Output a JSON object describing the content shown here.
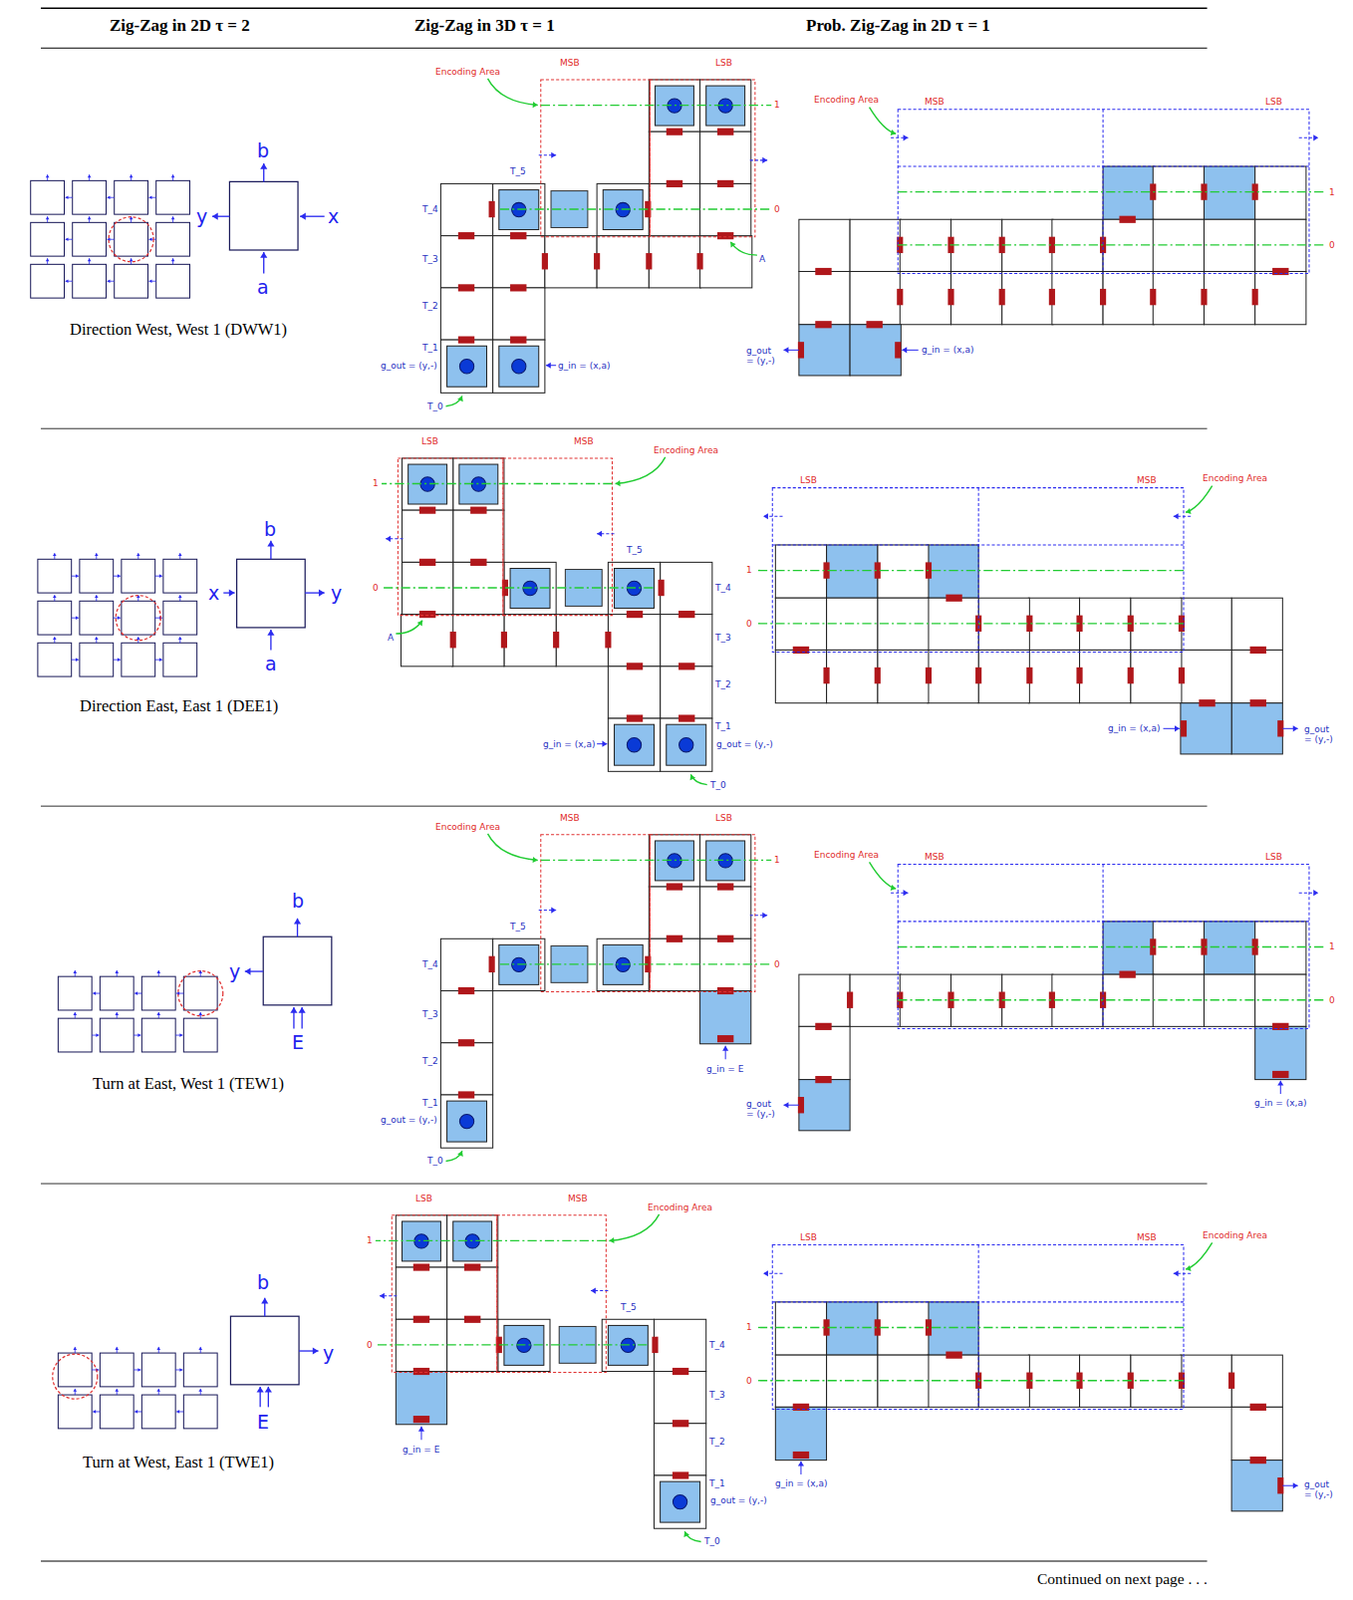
{
  "diagram": {
    "labels": [
      "Zig-Zag in 2D τ = 2",
      "Zig-Zag in 3D τ = 1",
      "Prob. Zig-Zag in 2D τ = 1",
      "b",
      "y",
      "x",
      "a",
      "Direction West, West 1 (DWW1)",
      "Encoding Area",
      "MSB",
      "LSB",
      "T_5",
      "T_4",
      "T_3",
      "T_2",
      "T_1",
      "T_0",
      "g_out = (y,-)",
      "g_in = (x,a)",
      "1",
      "0",
      "A",
      "Encoding Area",
      "MSB",
      "LSB",
      "1",
      "0",
      "g_out = (y,-)",
      "g_in = (x,a)",
      "b",
      "x",
      "y",
      "a",
      "Direction East, East 1 (DEE1)",
      "Encoding Area",
      "MSB",
      "LSB",
      "T_5",
      "T_4",
      "T_3",
      "T_2",
      "T_1",
      "T_0",
      "g_out = (y,-)",
      "g_in = (x,a)",
      "1",
      "0",
      "A",
      "Encoding Area",
      "MSB",
      "LSB",
      "1",
      "0",
      "g_out = (y,-)",
      "g_in = (x,a)",
      "b",
      "y",
      "E",
      "Turn at East, West 1 (TEW1)",
      "Encoding Area",
      "MSB",
      "LSB",
      "T_5",
      "T_4",
      "T_3",
      "T_2",
      "T_1",
      "T_0",
      "g_out = (y,-)",
      "g_in = E",
      "1",
      "0",
      "Encoding Area",
      "MSB",
      "LSB",
      "1",
      "0",
      "g_out = (y,-)",
      "g_in = (x,a)",
      "b",
      "y",
      "E",
      "Turn at West, East 1 (TWE1)",
      "Encoding Area",
      "MSB",
      "LSB",
      "T_5",
      "T_4",
      "T_3",
      "T_2",
      "T_1",
      "T_0",
      "g_out = (y,-)",
      "g_in = E",
      "1",
      "0",
      "Encoding Area",
      "MSB",
      "LSB",
      "1",
      "0",
      "g_out = (y,-)",
      "g_in = (x,a)",
      "Continued on next page . . ."
    ]
  }
}
